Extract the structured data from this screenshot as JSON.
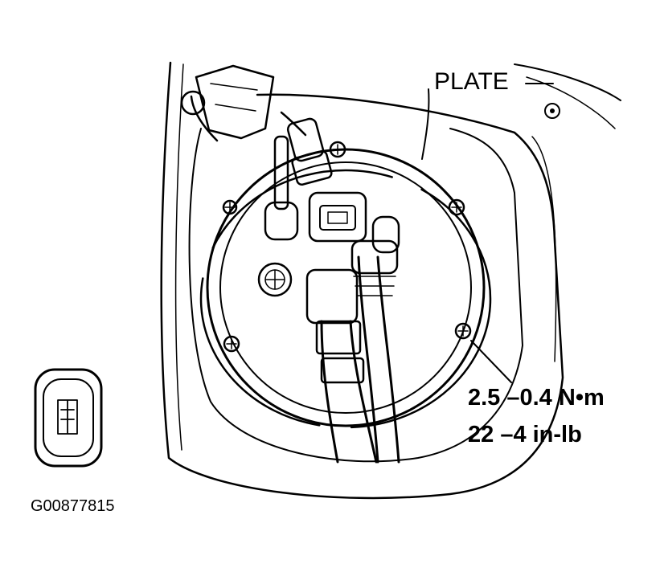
{
  "labels": {
    "plate": "PLATE",
    "torque_nm": "2.5 –0.4 N•m",
    "torque_inlb": "22 –4 in-lb",
    "figure_id": "G00877815"
  },
  "colors": {
    "line": "#000000",
    "background": "#ffffff"
  }
}
